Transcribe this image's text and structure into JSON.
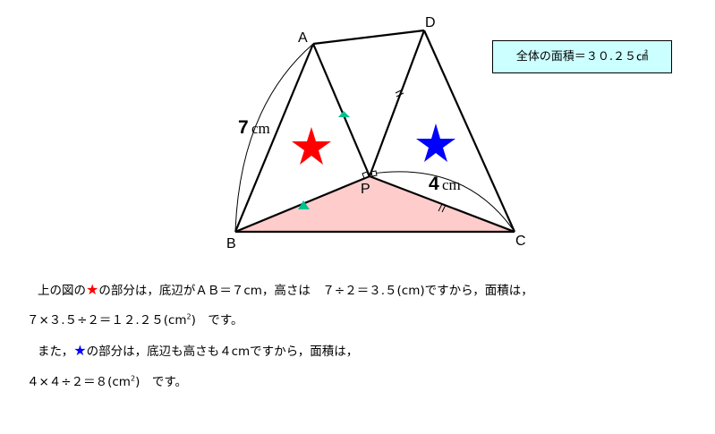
{
  "diagram": {
    "points": {
      "A": "A",
      "B": "B",
      "C": "C",
      "D": "D",
      "P": "P"
    },
    "label_7": "7",
    "label_4": "4",
    "unit_cm": "cm",
    "total_area_box": "全体の面積＝３０.２５㎠",
    "colors": {
      "red_star": "#ff0000",
      "blue_star": "#0000ff",
      "shade": "#ffcccc",
      "marker": "#00c090",
      "box": "#ccffff"
    }
  },
  "text": {
    "line1_a": "上の図の",
    "line1_star": "★",
    "line1_b": "の部分は，底辺がＡＢ＝７cm，高さは　７÷２＝３.５(cm)ですから，面積は，",
    "line2": "７×３.５÷２＝１２.２５(cm",
    "line2_sup": "2",
    "line2_end": ")　です。",
    "line3_a": "また，",
    "line3_star": "★",
    "line3_b": "の部分は，底辺も高さも４cmですから，面積は，",
    "line4": "４×４÷２＝８(cm",
    "line4_sup": "2",
    "line4_end": ")　です。"
  }
}
